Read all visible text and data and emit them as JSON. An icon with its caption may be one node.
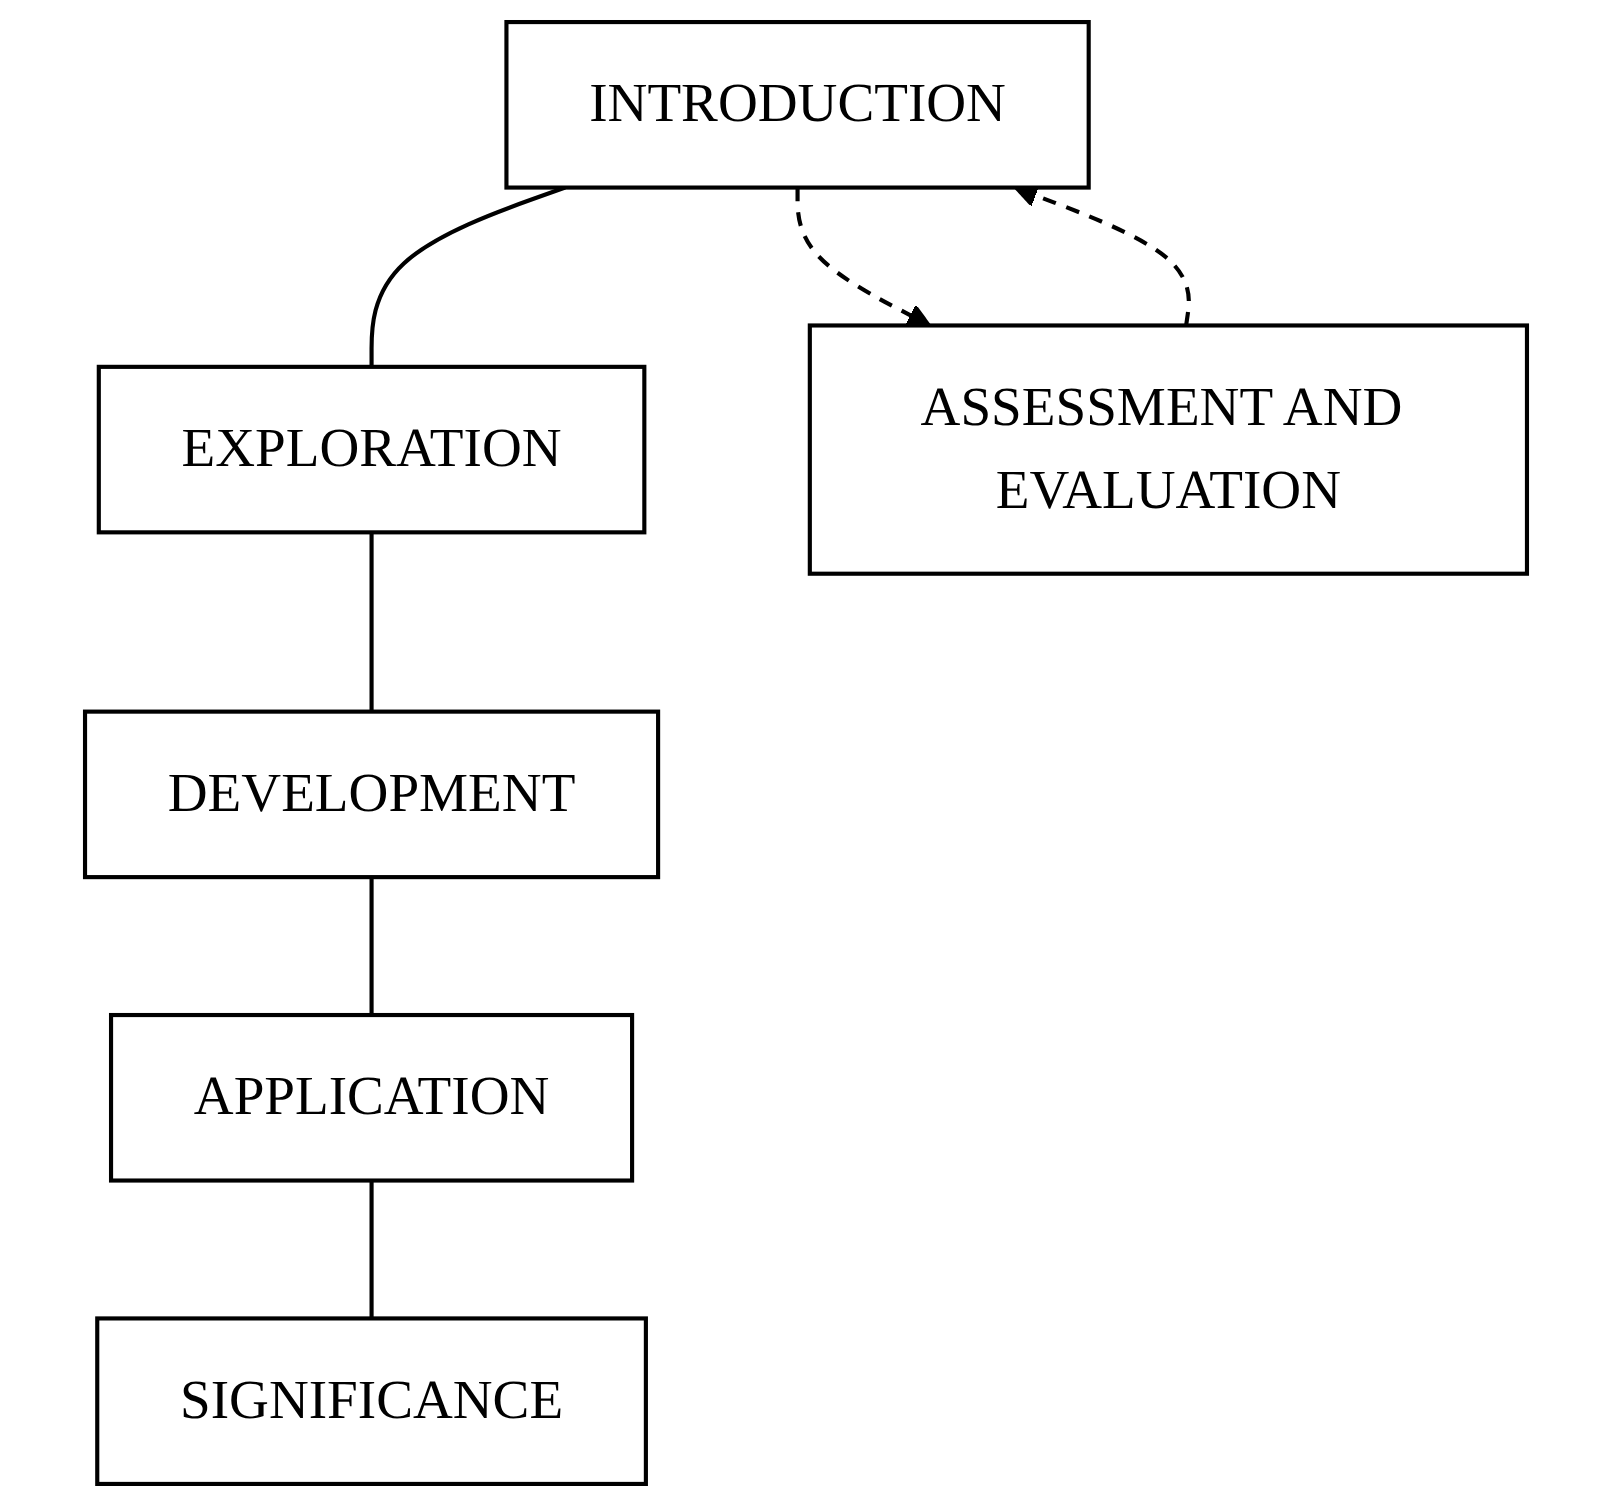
{
  "diagram": {
    "nodes": [
      {
        "text": [
          "INTRODUCTION"
        ]
      },
      {
        "text": [
          "EXPLORATION"
        ]
      },
      {
        "text": [
          "DEVELOPMENT"
        ]
      },
      {
        "text": [
          "APPLICATION"
        ]
      },
      {
        "text": [
          "SIGNIFICANCE"
        ]
      },
      {
        "text": [
          "ASSESSMENT AND EVALUATION"
        ]
      }
    ],
    "edges": [
      {
        "from": 0,
        "to": 1,
        "arrow": "none"
      },
      {
        "from": 1,
        "to": 2,
        "arrow": "none"
      },
      {
        "from": 2,
        "to": 3,
        "arrow": "none"
      },
      {
        "from": 3,
        "to": 4,
        "arrow": "none"
      },
      {
        "from": 0,
        "to": 5,
        "arrow": "to",
        "style": "dashed"
      },
      {
        "from": 5,
        "to": 0,
        "arrow": "to",
        "style": "dashed"
      }
    ]
  }
}
